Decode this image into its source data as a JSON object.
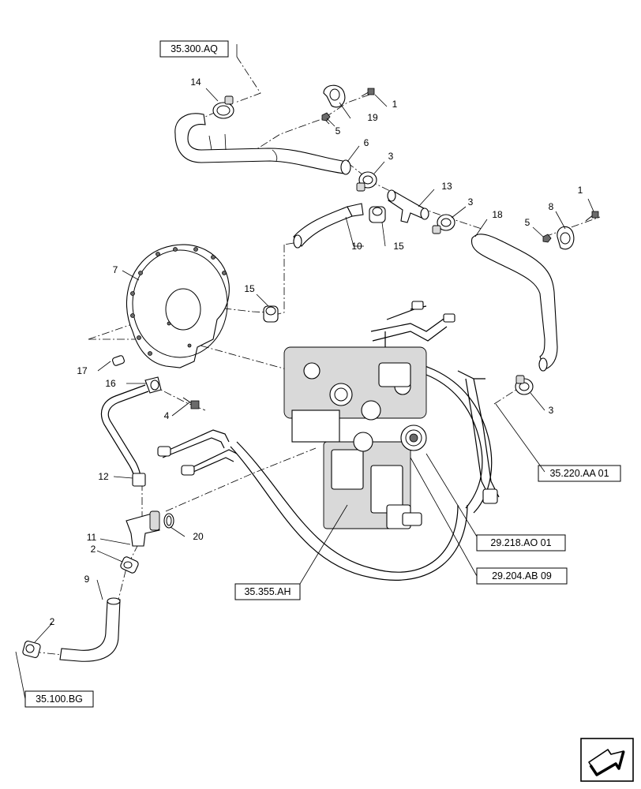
{
  "references": {
    "r_35300AQ": "35.300.AQ",
    "r_35220AA01": "35.220.AA 01",
    "r_29218AO01": "29.218.AO 01",
    "r_29204AB09": "29.204.AB 09",
    "r_35355AH": "35.355.AH",
    "r_35100BG": "35.100.BG"
  },
  "callouts": {
    "c1a": "1",
    "c1b": "1",
    "c2a": "2",
    "c2b": "2",
    "c3a": "3",
    "c3b": "3",
    "c3c": "3",
    "c4": "4",
    "c5a": "5",
    "c5b": "5",
    "c6": "6",
    "c7": "7",
    "c8": "8",
    "c9": "9",
    "c10": "10",
    "c11": "11",
    "c12": "12",
    "c13": "13",
    "c14": "14",
    "c15a": "15",
    "c15b": "15",
    "c16": "16",
    "c17": "17",
    "c18": "18",
    "c19": "19",
    "c20": "20"
  },
  "icons": {
    "nav": "next-page-arrow-icon"
  }
}
